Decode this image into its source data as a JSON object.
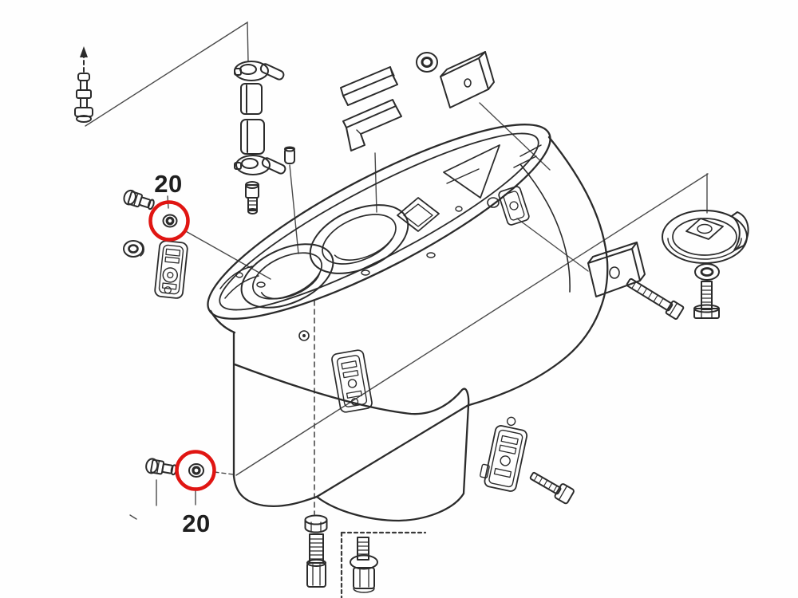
{
  "diagram": {
    "type": "exploded-parts-line-drawing",
    "background_color": "#fefefe",
    "line_color": "#2b2b2b",
    "highlight_color": "#e01512",
    "labels": {
      "upper": {
        "text": "20"
      },
      "lower": {
        "text": "20"
      }
    },
    "parts": [
      "up-arrow-icon",
      "shift-pin-part",
      "shift-rod-assembly",
      "dowel-pin",
      "grommet-top",
      "mount-rubber-block-top",
      "seal-bar",
      "channel-bar",
      "gear-case-housing",
      "bolt-upper-left",
      "plug-left",
      "strainer-plate-left",
      "grommet-20-upper",
      "bolt-lower-left",
      "grommet-20-lower",
      "trim-tab-anode",
      "washer-right",
      "bolt-right",
      "mount-rubber-block-right",
      "long-bolt-right",
      "strainer-plate-right",
      "hex-bolt-right-bottom",
      "nut-bottom",
      "socket-bolt-bottom",
      "inset-box",
      "drain-bolt-inset"
    ]
  }
}
